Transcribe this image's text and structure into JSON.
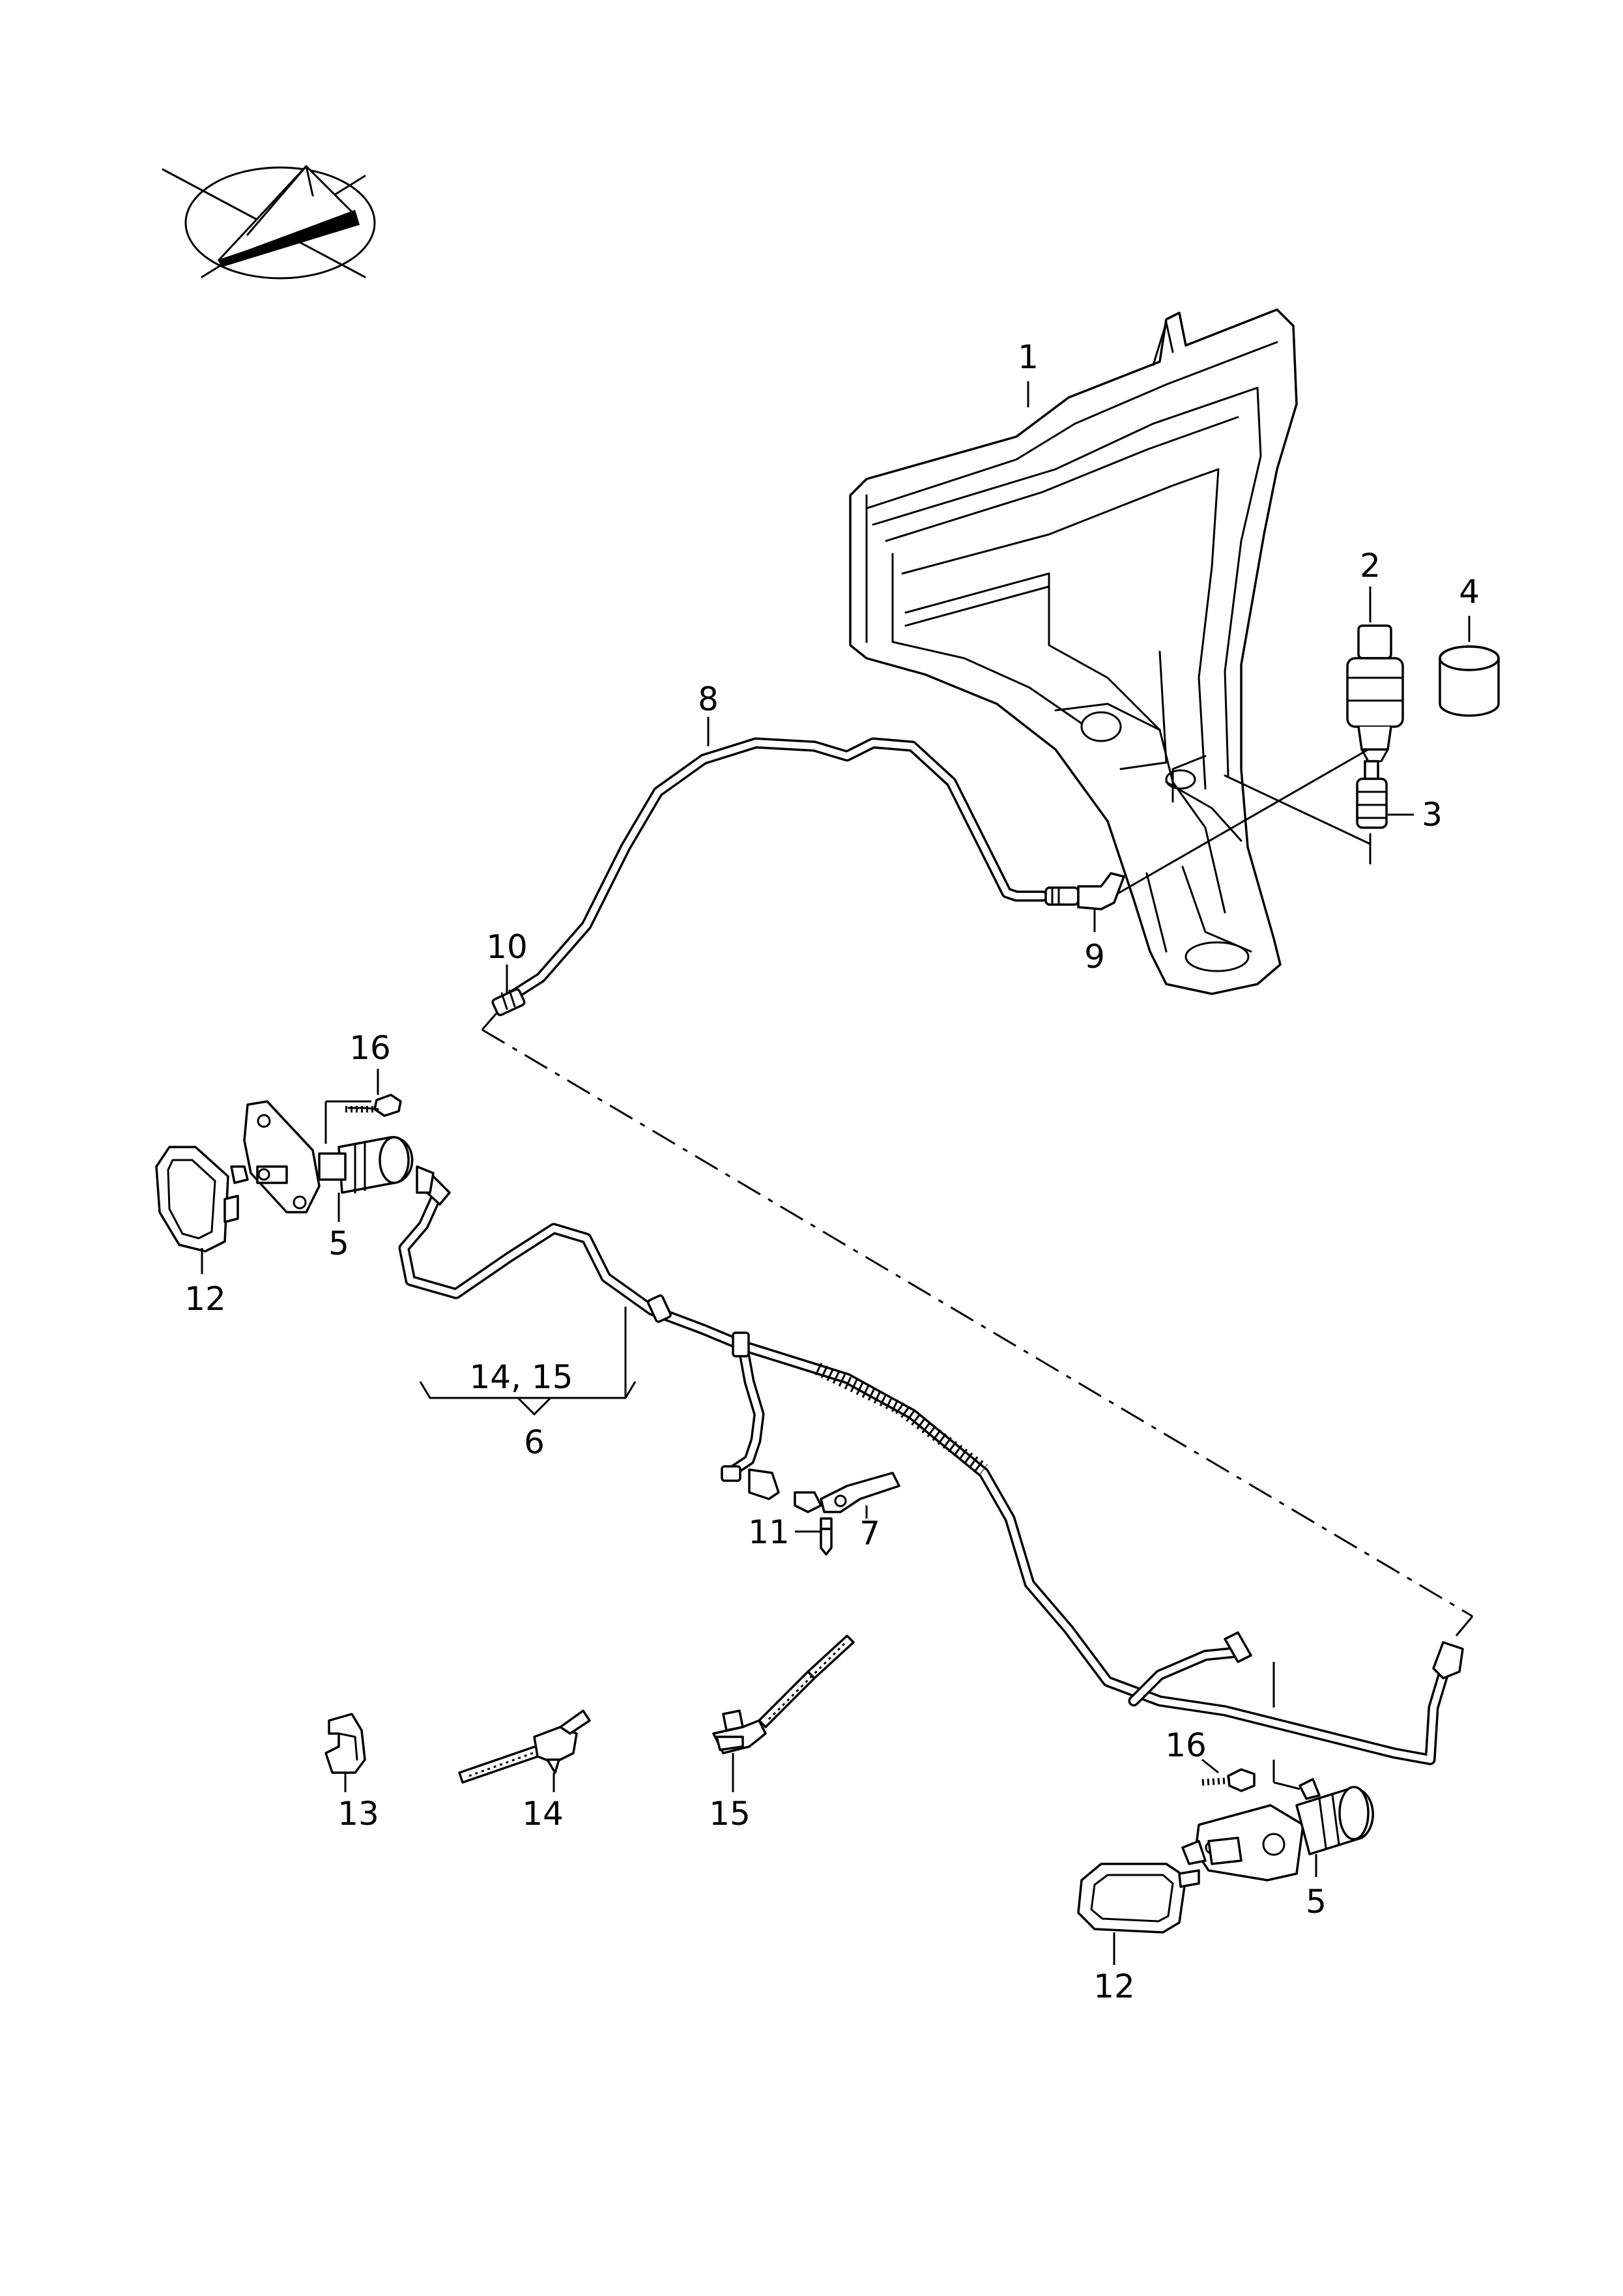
{
  "callouts": {
    "c1": "1",
    "c2": "2",
    "c3": "3",
    "c4": "4",
    "c5_left": "5",
    "c5_right": "5",
    "c6": "6",
    "c7": "7",
    "c8": "8",
    "c9": "9",
    "c10": "10",
    "c11": "11",
    "c12_left": "12",
    "c12_right": "12",
    "c13": "13",
    "c14": "14",
    "c15": "15",
    "c16_top": "16",
    "c16_bottom": "16",
    "c14_15": "14, 15"
  },
  "icons": {
    "orientation": "orientation-arrow-icon"
  }
}
